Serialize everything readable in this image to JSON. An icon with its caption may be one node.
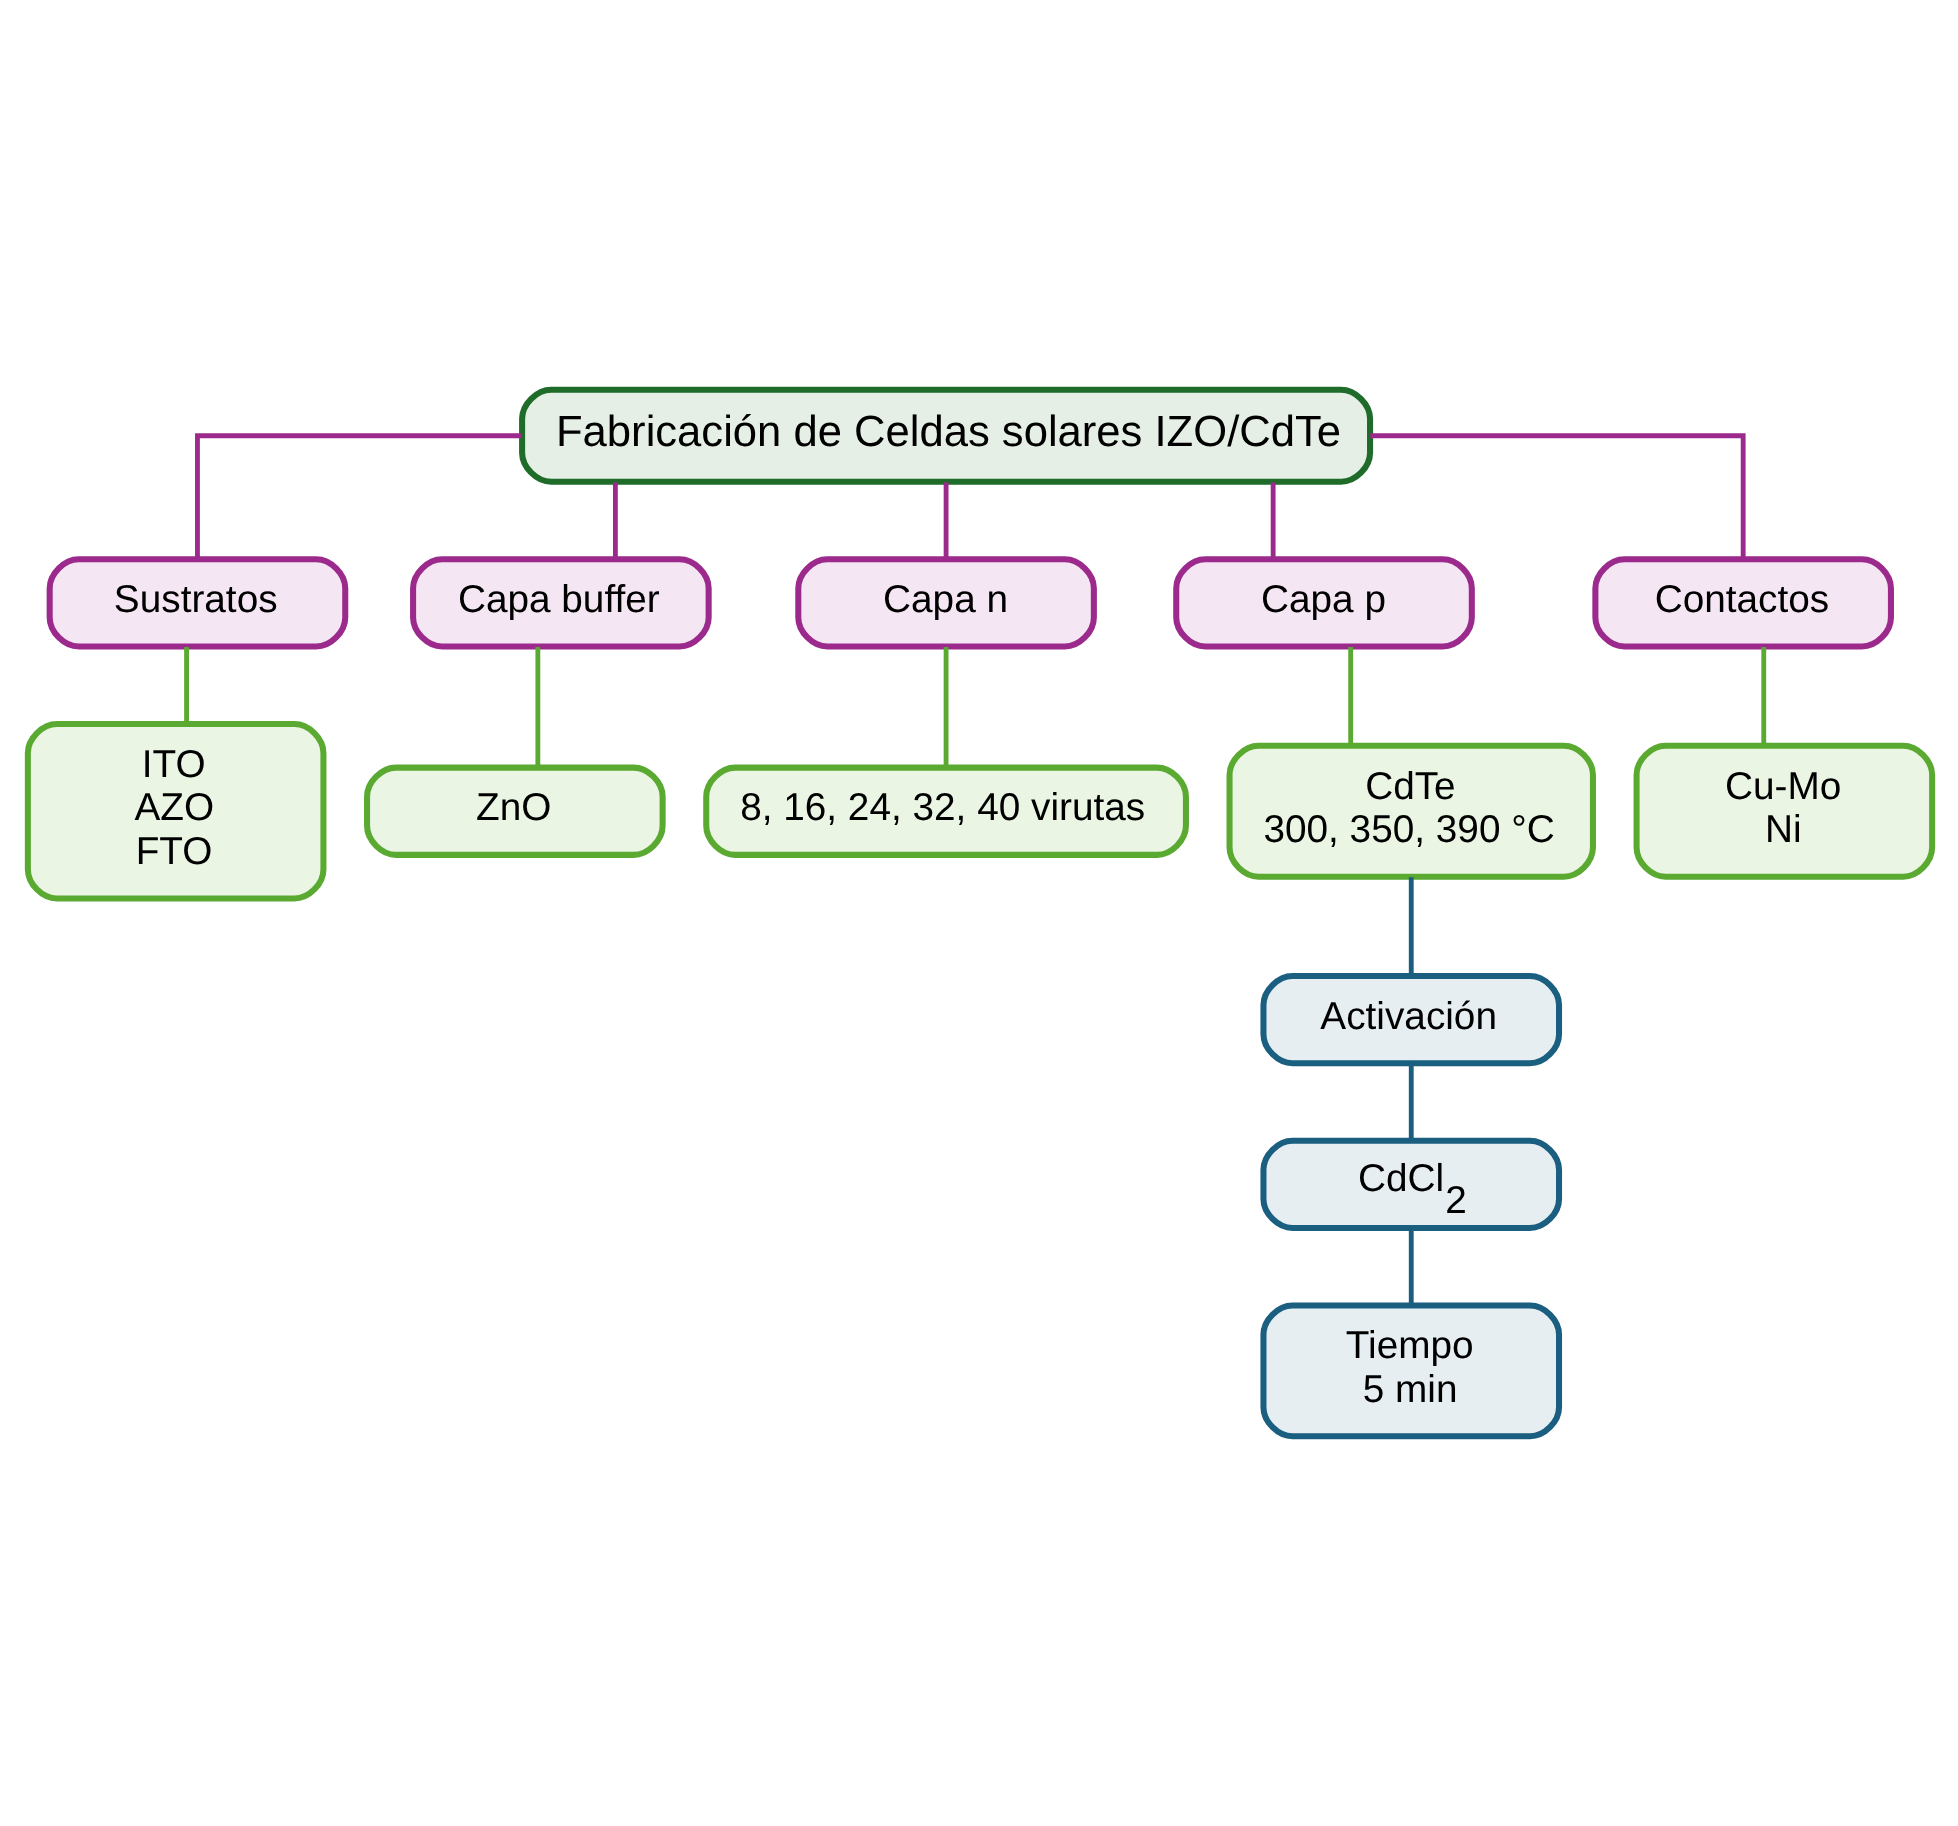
{
  "diagram": {
    "nodes": [
      {
        "text": [
          "Fabricación de Celdas solares IZO/CdTe"
        ]
      },
      {
        "text": [
          "Sustratos"
        ]
      },
      {
        "text": [
          "Capa buffer"
        ]
      },
      {
        "text": [
          "Capa n"
        ]
      },
      {
        "text": [
          "Capa p"
        ]
      },
      {
        "text": [
          "Contactos"
        ]
      },
      {
        "text": [
          "ITO",
          "AZO",
          "FTO"
        ]
      },
      {
        "text": [
          "ZnO"
        ]
      },
      {
        "text": [
          "8, 16, 24, 32, 40 virutas"
        ]
      },
      {
        "text": [
          "CdTe",
          "300, 350, 390 °C"
        ]
      },
      {
        "text": [
          "Cu-Mo",
          "Ni"
        ]
      },
      {
        "text": [
          "Activación"
        ]
      },
      {
        "text": [
          "CdCl$_{2}$"
        ]
      },
      {
        "text": [
          "Tiempo",
          "5 min"
        ]
      }
    ],
    "edges": [
      {
        "from": 0,
        "to": 1,
        "arrow": "none"
      },
      {
        "from": 0,
        "to": 2,
        "arrow": "none"
      },
      {
        "from": 0,
        "to": 3,
        "arrow": "none"
      },
      {
        "from": 0,
        "to": 4,
        "arrow": "none"
      },
      {
        "from": 0,
        "to": 5,
        "arrow": "none"
      },
      {
        "from": 1,
        "to": 6,
        "arrow": "none",
        "color": "#5aaa32"
      },
      {
        "from": 2,
        "to": 7,
        "arrow": "none",
        "color": "#5aaa32"
      },
      {
        "from": 3,
        "to": 8,
        "arrow": "none",
        "color": "#5aaa32"
      },
      {
        "from": 4,
        "to": 9,
        "arrow": "none",
        "color": "#5aaa32"
      },
      {
        "from": 5,
        "to": 10,
        "arrow": "none",
        "color": "#5aaa32"
      },
      {
        "from": 9,
        "to": 11,
        "arrow": "none",
        "color": "#1a5e80"
      },
      {
        "from": 11,
        "to": 12,
        "arrow": "none",
        "color": "#1a5e80"
      },
      {
        "from": 12,
        "to": 13,
        "arrow": "none",
        "color": "#1a5e80"
      }
    ]
  }
}
